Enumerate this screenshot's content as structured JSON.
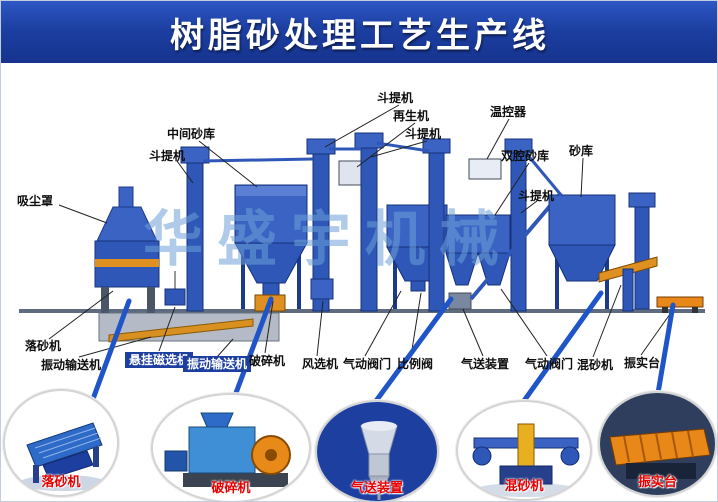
{
  "title": "树脂砂处理工艺生产线",
  "watermark": "华盛宇机械",
  "colors": {
    "banner_blue": "#1c3fa2",
    "machine_blue": "#2e57b8",
    "accent_orange": "#e09020",
    "label_red": "#e80000",
    "connector_blue": "#1f55c8"
  },
  "top_labels": [
    {
      "text": "吸尘罩"
    },
    {
      "text": "斗提机"
    },
    {
      "text": "中间砂库"
    },
    {
      "text": "斗提机"
    },
    {
      "text": "再生机"
    },
    {
      "text": "斗提机"
    },
    {
      "text": "温控器"
    },
    {
      "text": "双腔砂库"
    },
    {
      "text": "砂库"
    },
    {
      "text": "斗提机"
    }
  ],
  "bottom_labels": [
    {
      "text": "落砂机"
    },
    {
      "text": "振动输送机"
    },
    {
      "text": "悬挂磁选机"
    },
    {
      "text": "振动输送机"
    },
    {
      "text": "破碎机"
    },
    {
      "text": "风选机"
    },
    {
      "text": "气动阀门"
    },
    {
      "text": "比例阀"
    },
    {
      "text": "气送装置"
    },
    {
      "text": "气动阀门"
    },
    {
      "text": "混砂机"
    },
    {
      "text": "振实台"
    }
  ],
  "callouts": [
    {
      "label": "落砂机"
    },
    {
      "label": "破碎机"
    },
    {
      "label": "气送装置"
    },
    {
      "label": "混砂机"
    },
    {
      "label": "振实台"
    }
  ]
}
